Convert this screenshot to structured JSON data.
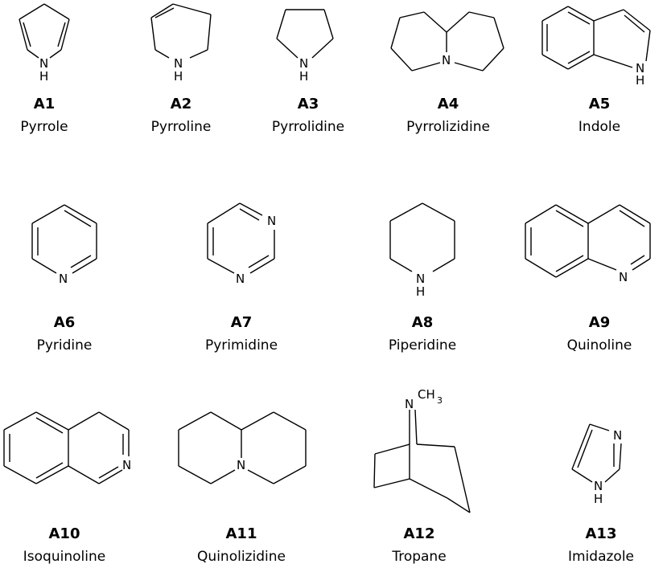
{
  "compounds": [
    {
      "code": "A1",
      "name": "Pyrrole"
    },
    {
      "code": "A2",
      "name": "Pyrroline"
    },
    {
      "code": "A3",
      "name": "Pyrrolidine"
    },
    {
      "code": "A4",
      "name": "Pyrrolizidine"
    },
    {
      "code": "A5",
      "name": "Indole"
    },
    {
      "code": "A6",
      "name": "Pyridine"
    },
    {
      "code": "A7",
      "name": "Pyrimidine"
    },
    {
      "code": "A8",
      "name": "Piperidine"
    },
    {
      "code": "A9",
      "name": "Quinoline"
    },
    {
      "code": "A10",
      "name": "Isoquinoline"
    },
    {
      "code": "A11",
      "name": "Quinolizidine"
    },
    {
      "code": "A12",
      "name": "Tropane"
    },
    {
      "code": "A13",
      "name": "Imidazole"
    }
  ],
  "atom_labels": {
    "nh_n": "N",
    "nh_h": "H",
    "n": "N",
    "ch3": "CH",
    "ch3_sub": "3"
  }
}
